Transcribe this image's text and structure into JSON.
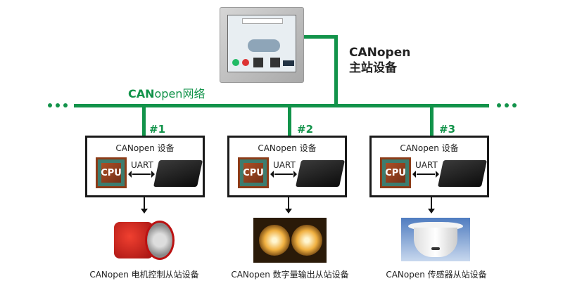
{
  "master": {
    "label_line1": "CANopen",
    "label_line2": "主站设备"
  },
  "network": {
    "label_bold": "CAN",
    "label_rest": "open网络"
  },
  "nodes": [
    {
      "number": "#1",
      "box_title": "CANopen 设备",
      "link": "UART",
      "cpu": "CPU",
      "caption": "CANopen 电机控制从站设备"
    },
    {
      "number": "#2",
      "box_title": "CANopen 设备",
      "link": "UART",
      "cpu": "CPU",
      "caption": "CANopen 数字量输出从站设备"
    },
    {
      "number": "#3",
      "box_title": "CANopen 设备",
      "link": "UART",
      "cpu": "CPU",
      "caption": "CANopen 传感器从站设备"
    }
  ],
  "colors": {
    "bus": "#12934a"
  }
}
